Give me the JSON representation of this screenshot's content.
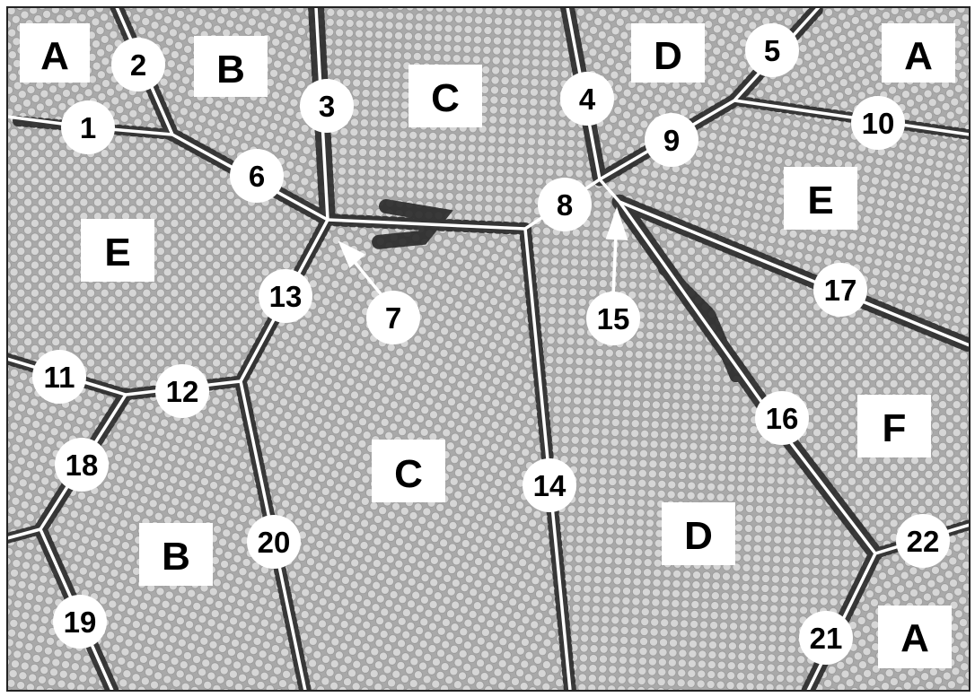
{
  "figure": {
    "grains": [
      {
        "id": "A",
        "label": "A"
      },
      {
        "id": "B",
        "label": "B"
      },
      {
        "id": "C",
        "label": "C"
      },
      {
        "id": "D",
        "label": "D"
      },
      {
        "id": "A2",
        "label": "A"
      },
      {
        "id": "E",
        "label": "E"
      },
      {
        "id": "C2",
        "label": "C"
      },
      {
        "id": "E2",
        "label": "E"
      },
      {
        "id": "F",
        "label": "F"
      },
      {
        "id": "B2",
        "label": "B"
      },
      {
        "id": "D2",
        "label": "D"
      },
      {
        "id": "A3",
        "label": "A"
      }
    ],
    "junctions": [
      "1",
      "2",
      "3",
      "4",
      "5",
      "6",
      "7",
      "8",
      "9",
      "10",
      "11",
      "12",
      "13",
      "14",
      "15",
      "16",
      "17",
      "18",
      "19",
      "20",
      "21",
      "22"
    ],
    "colors": {
      "background": "#ffffff",
      "atom_light": "#d2d2d2",
      "atom_light_edge": "#8e8e8e",
      "atom_dark": "#2c2c2c",
      "boundary_line": "#ffffff",
      "frame": "#222222"
    }
  }
}
